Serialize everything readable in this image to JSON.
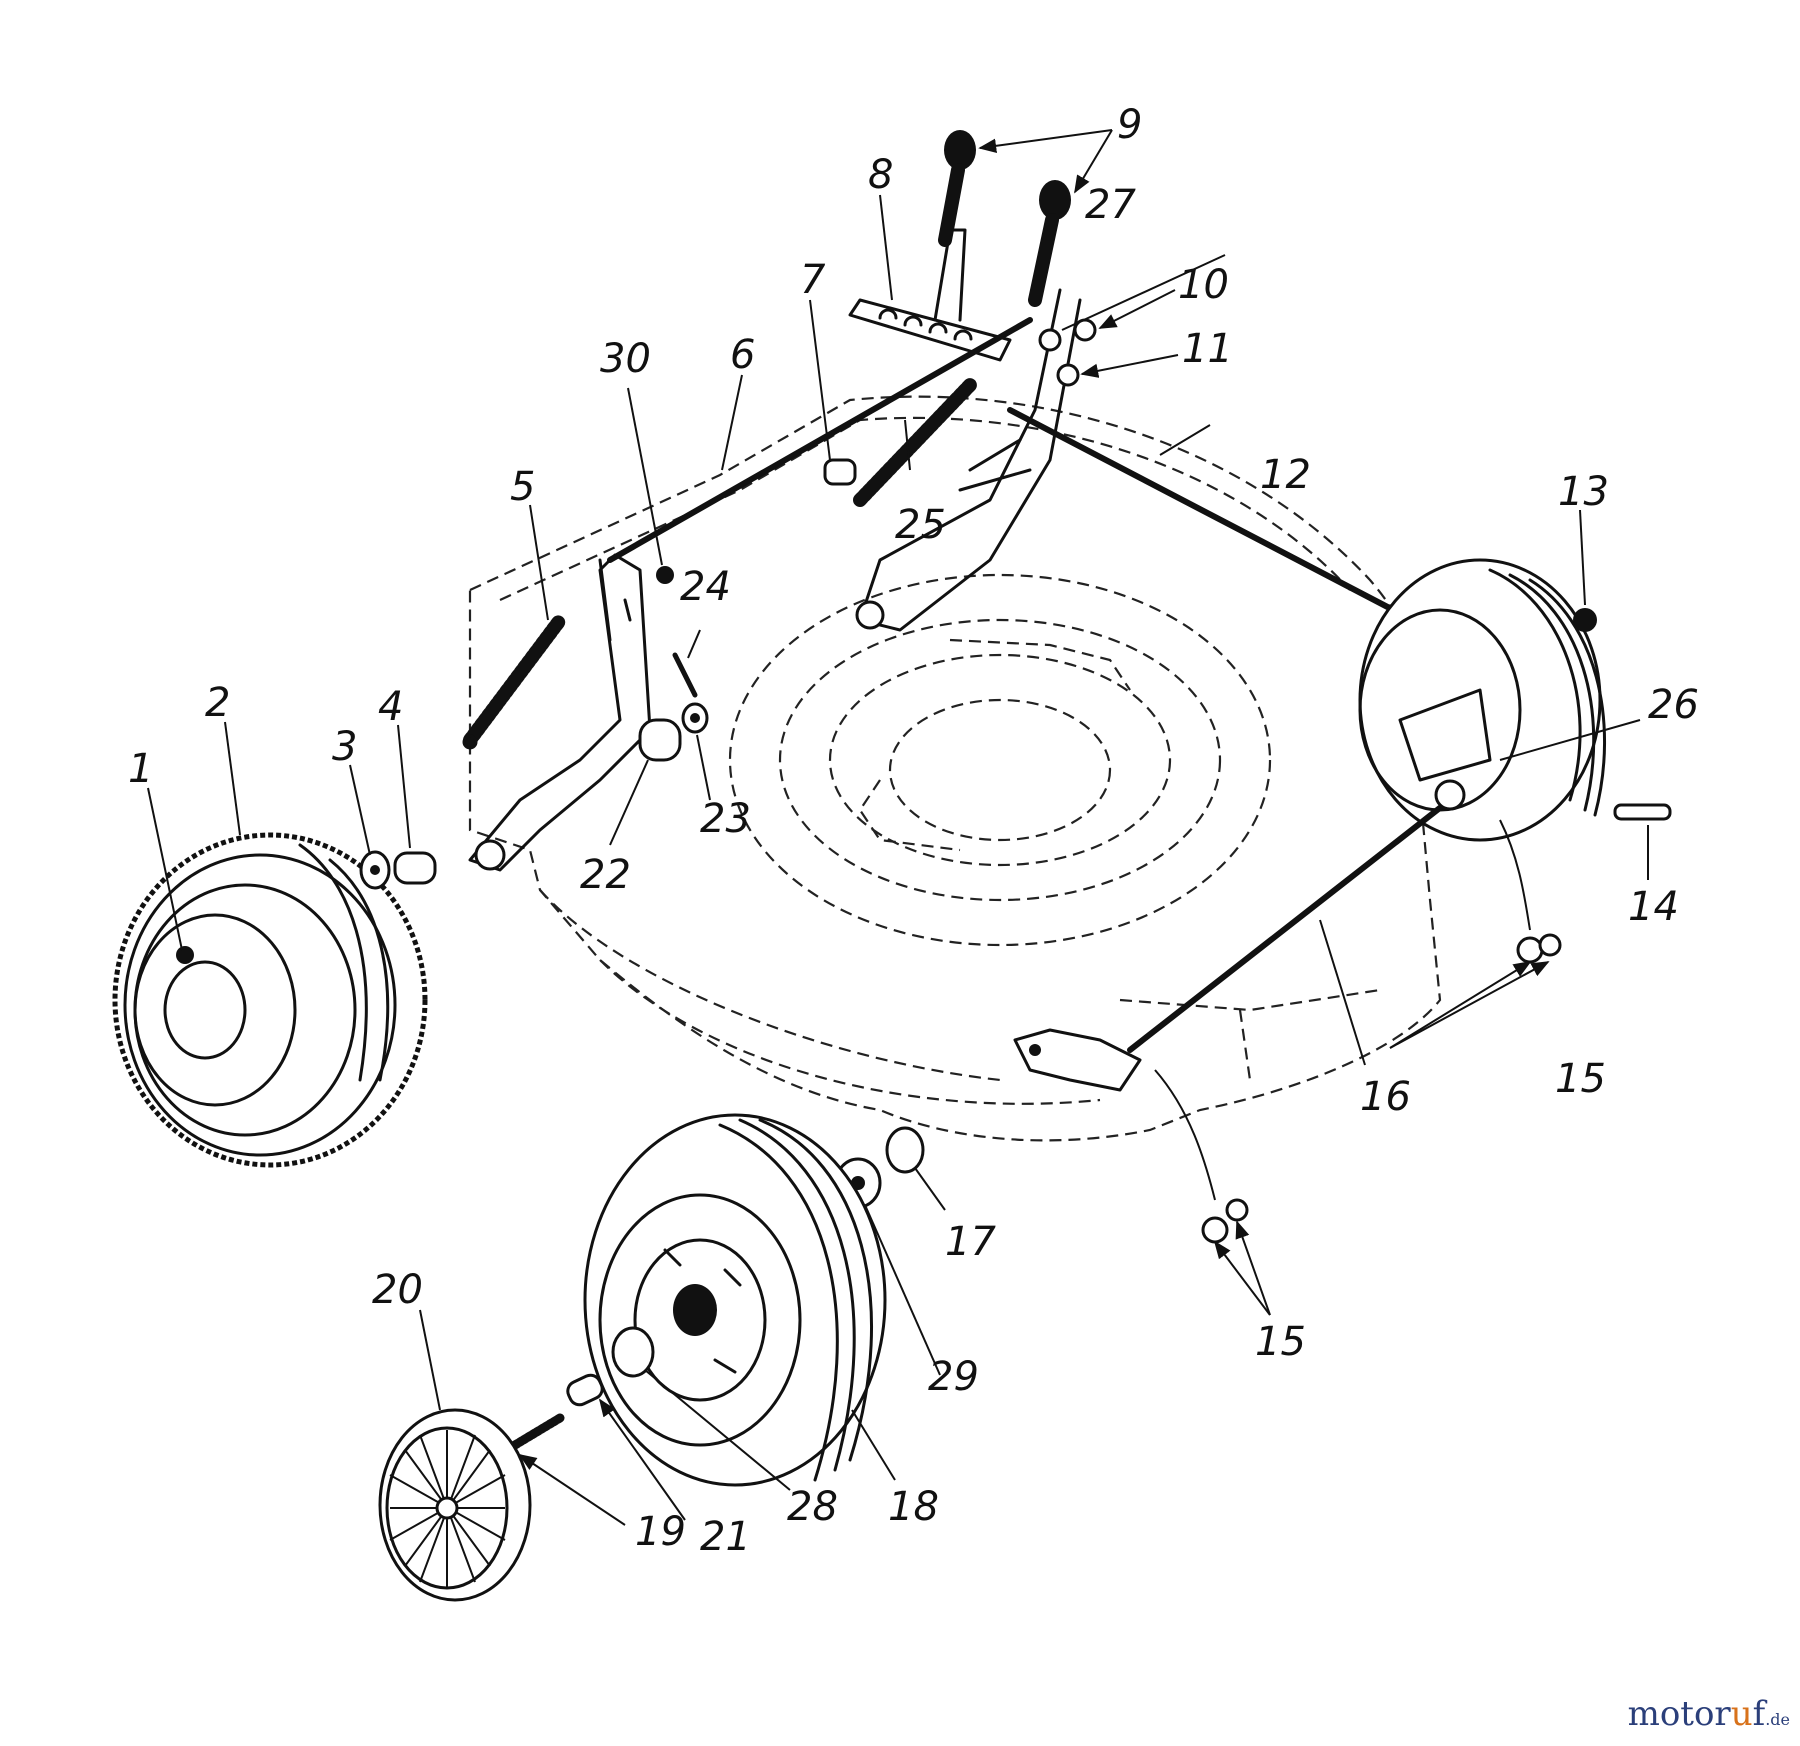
{
  "diagram": {
    "callouts": {
      "p1": "1",
      "p2": "2",
      "p3": "3",
      "p4": "4",
      "p5": "5",
      "p6": "6",
      "p7": "7",
      "p8": "8",
      "p9": "9",
      "p10": "10",
      "p11": "11",
      "p12": "12",
      "p13": "13",
      "p14": "14",
      "p15a": "15",
      "p15b": "15",
      "p16": "16",
      "p17": "17",
      "p18": "18",
      "p19": "19",
      "p20": "20",
      "p21": "21",
      "p22": "22",
      "p23": "23",
      "p24": "24",
      "p25": "25",
      "p26": "26",
      "p27": "27",
      "p28": "28",
      "p29": "29",
      "p30": "30"
    }
  },
  "watermark": {
    "brand": "motor",
    "accent": "u",
    "suffix": "f",
    "tld": ".de"
  },
  "colors": {
    "ink": "#111111",
    "watermark": "#2b3f7a",
    "watermark_accent": "#d8721b"
  }
}
